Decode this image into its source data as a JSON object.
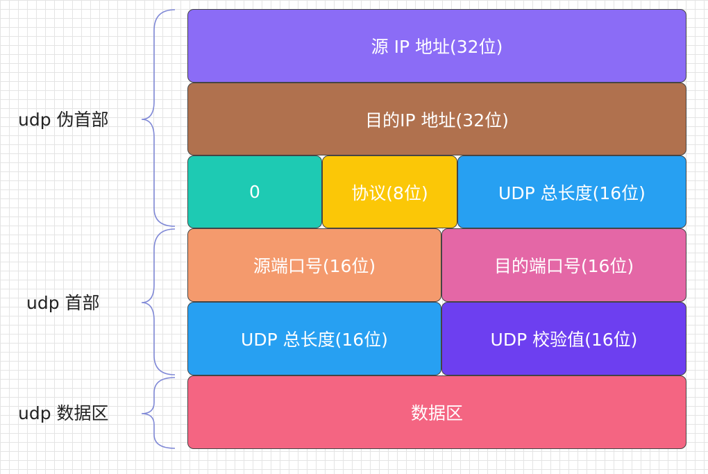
{
  "groups": {
    "pseudo_header": "udp 伪首部",
    "header": "udp 首部",
    "data_area": "udp 数据区"
  },
  "fields": {
    "src_ip": {
      "label": "源 IP 地址(32位)",
      "color": "#8b6cf6"
    },
    "dst_ip": {
      "label": "目的IP 地址(32位)",
      "color": "#b0714e"
    },
    "zero": {
      "label": "0",
      "color": "#1ecab3"
    },
    "protocol": {
      "label": "协议(8位)",
      "color": "#fbc707"
    },
    "pseudo_udp_length": {
      "label": "UDP 总长度(16位)",
      "color": "#27a0f2"
    },
    "src_port": {
      "label": "源端口号(16位)",
      "color": "#f49a6d"
    },
    "dst_port": {
      "label": "目的端口号(16位)",
      "color": "#e467a6"
    },
    "udp_length": {
      "label": "UDP 总长度(16位)",
      "color": "#27a0f2"
    },
    "checksum": {
      "label": "UDP 校验值(16位)",
      "color": "#6d3ff0"
    },
    "data": {
      "label": "数据区",
      "color": "#f46582"
    }
  },
  "colors": {
    "brace": "#7f88d6",
    "cell_border": "#444444",
    "grid": "#e4e4e4"
  }
}
